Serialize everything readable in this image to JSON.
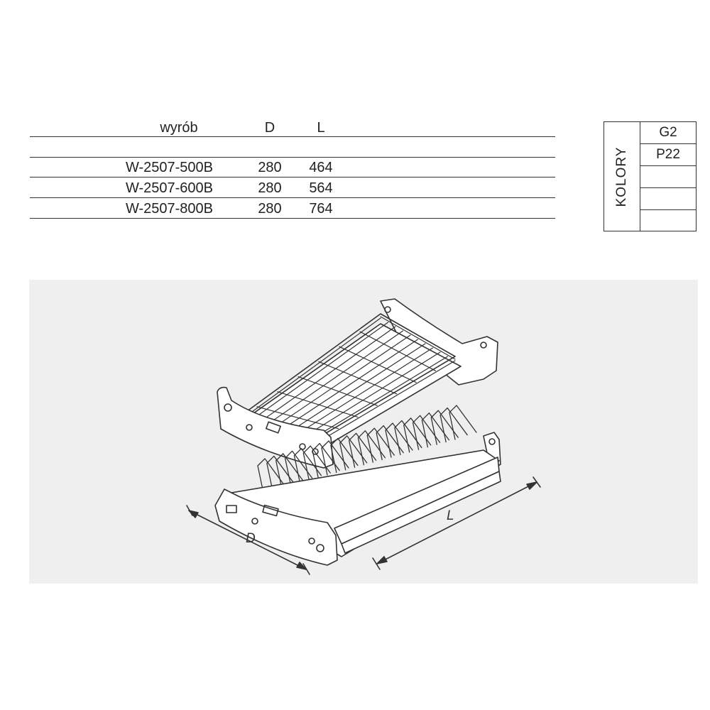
{
  "spec_table": {
    "headers": {
      "product": "wyrób",
      "d": "D",
      "l": "L"
    },
    "rows": [
      {
        "product": "W-2507-500B",
        "d": "280",
        "l": "464"
      },
      {
        "product": "W-2507-600B",
        "d": "280",
        "l": "564"
      },
      {
        "product": "W-2507-800B",
        "d": "280",
        "l": "764"
      }
    ]
  },
  "colors": {
    "label": "KOLORY",
    "options": [
      "G2",
      "P22",
      "",
      "",
      ""
    ]
  },
  "illustration": {
    "dimension_d": "D",
    "dimension_l": "L",
    "background_color": "#efefef",
    "line_color": "#333333"
  }
}
